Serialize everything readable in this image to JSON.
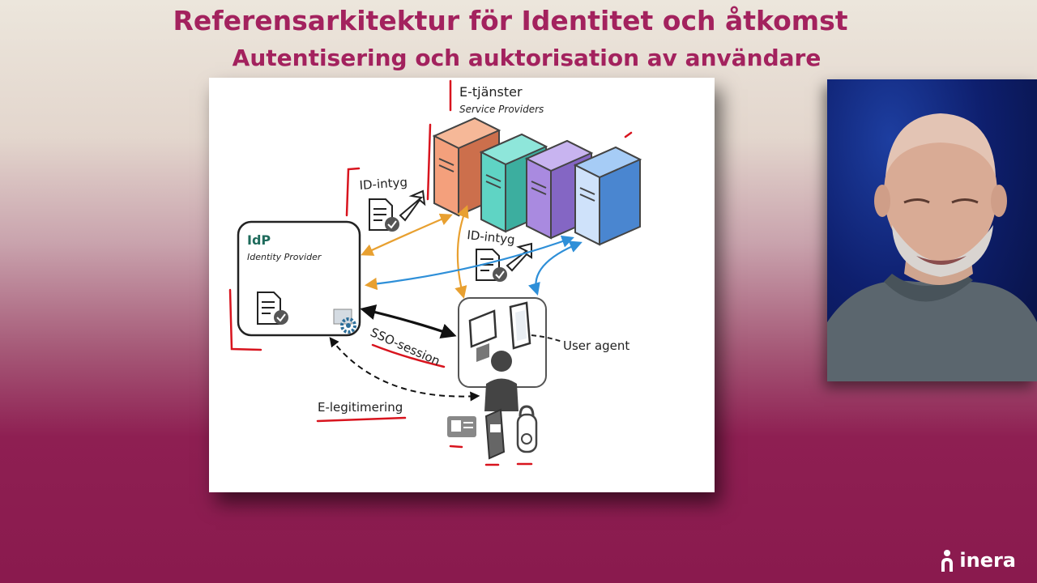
{
  "header": {
    "title": "Referensarkitektur för Identitet och åtkomst",
    "subtitle": "Autentisering och auktorisation av användare"
  },
  "diagram": {
    "service_providers_label": "E-tjänster",
    "service_providers_sublabel": "Service Providers",
    "idp_label": "IdP",
    "idp_sublabel": "Identity Provider",
    "id_assertion_label_1": "ID-intyg",
    "id_assertion_label_2": "ID-intyg",
    "sso_label": "SSO-session",
    "user_agent_label": "User agent",
    "e_id_label": "E-legitimering",
    "server_colors": [
      "#f4a07c",
      "#5fd4c4",
      "#a98ae0",
      "#6ea8ec"
    ],
    "arrow_colors": {
      "orange": "#e8a030",
      "blue": "#2e8fd8",
      "annotation": "#d8141e"
    }
  },
  "brand": {
    "name": "inera"
  }
}
